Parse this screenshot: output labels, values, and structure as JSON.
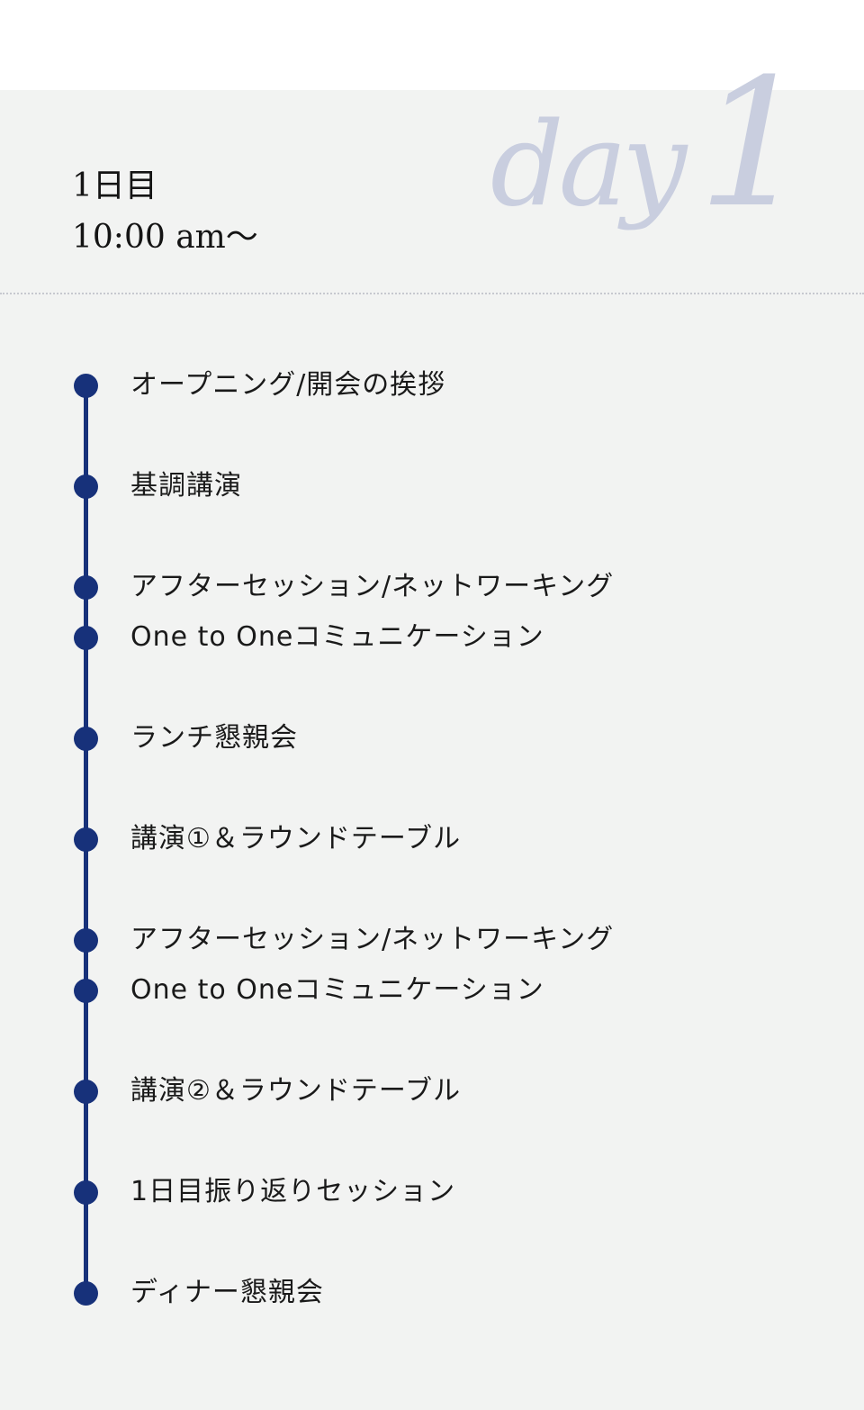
{
  "day_watermark": {
    "word": "day",
    "number": "1"
  },
  "header": {
    "day_label": "1日目",
    "start_time": "10:00 am〜"
  },
  "timeline": {
    "items": [
      "オープニング/開会の挨拶",
      "基調講演",
      "アフターセッション/ネットワーキング",
      "One to Oneコミュニケーション",
      "ランチ懇親会",
      "講演①＆ラウンドテーブル",
      "アフターセッション/ネットワーキング",
      "One to Oneコミュニケーション",
      "講演②＆ラウンドテーブル",
      "1日目振り返りセッション",
      "ディナー懇親会"
    ]
  },
  "colors": {
    "accent": "#17317a",
    "panel_background": "#f2f3f2",
    "watermark": "#c9cedf"
  }
}
